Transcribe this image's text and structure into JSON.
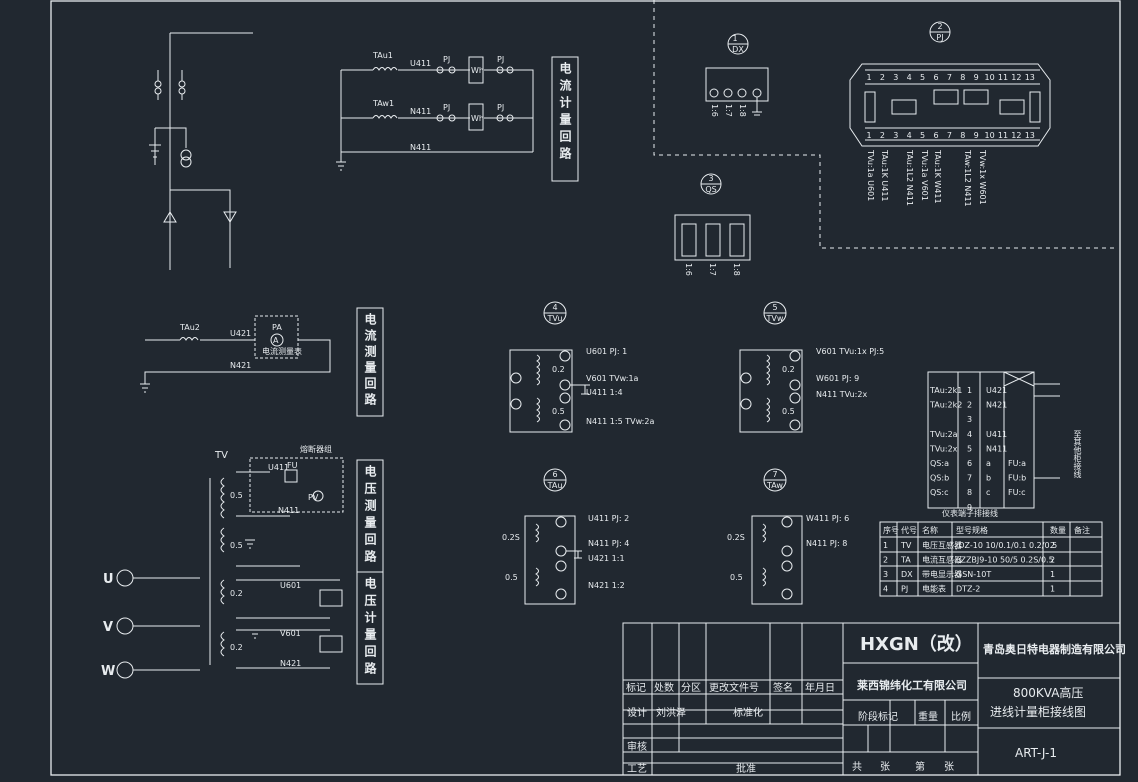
{
  "circuit_labels": {
    "tau1_a": "TAu1",
    "tau1_b": "TAw1",
    "tau2": "TAu2",
    "tv": "TV",
    "pa": "PA",
    "pa_sub": "电流测量表",
    "fu": "FU",
    "fu_box": "熔断器组",
    "pv": "PV",
    "u411": "U411",
    "u421": "U421",
    "n421": "N421",
    "n411": "N411",
    "u601": "U601",
    "v601": "V601",
    "wh": "Wh",
    "pj": "PJ",
    "u": "U",
    "v": "V",
    "w": "W",
    "dx": "DX",
    "pj_label": "PJ"
  },
  "vertical_boxes": {
    "current_meter": "电流计量回路",
    "current_measure": "电流测量回路",
    "voltage_measure": "电压测量回路",
    "voltage_meter": "电压计量回路"
  },
  "bubbles": {
    "b1": "1",
    "b1_sub": "DX",
    "b2": "2",
    "b2_sub": "PJ",
    "b3": "3",
    "b3_sub": "QS",
    "b4": "4",
    "b4_sub": "TVu",
    "b5": "5",
    "b5_sub": "TVw",
    "b6": "6",
    "b6_sub": "TAu",
    "b7": "7",
    "b7_sub": "TAw"
  },
  "terminal_notes": {
    "tv4_r1": "U601 PJ: 1",
    "tv4_r2": "V601 TVw:1a",
    "tv4_r3": "U411 1:4",
    "tv4_r4": "N411 1:5 TVw:2a",
    "tv4_v1": "0.2",
    "tv4_v2": "0.5",
    "tv5_r1": "V601 TVu:1x PJ:5",
    "tv5_r2": "W601 PJ: 9",
    "tv5_r3": "N411 TVu:2x",
    "tv5_v1": "0.2",
    "tv5_v2": "0.5",
    "ta6_r1": "U411 PJ: 2",
    "ta6_r2": "N411 PJ: 4",
    "ta6_r3": "U421 1:1",
    "ta6_r4": "N421 1:2",
    "ta6_v1": "0.2S",
    "ta6_v2": "0.5",
    "ta7_r1": "W411 PJ: 6",
    "ta7_r2": "N411 PJ: 8",
    "ta7_v1": "0.2S",
    "ta7_v2": "0.5"
  },
  "pj_top_numbers": [
    "1",
    "2",
    "3",
    "4",
    "5",
    "6",
    "7",
    "8",
    "9",
    "10",
    "11",
    "12",
    "13"
  ],
  "pj_bottom_labels": [
    "TVu:1a U601",
    "TAu:1K U411",
    "TAu:1L2 N411",
    "TVu:1a V601",
    "TAu:1K W411",
    "TAw:1L2 N411",
    "TVw:1x W601"
  ],
  "dx_bottom_labels": [
    "1:6",
    "1:7",
    "1:8"
  ],
  "qs_bottom_labels": [
    "1:6",
    "1:7",
    "1:8"
  ],
  "terminal_table": {
    "rows": [
      [
        "TAu:2k1",
        "1",
        "U421"
      ],
      [
        "TAu:2k2",
        "2",
        "N421"
      ],
      [
        "",
        "3",
        ""
      ],
      [
        "TVu:2a",
        "4",
        "U411"
      ],
      [
        "TVu:2x",
        "5",
        "N411"
      ],
      [
        "QS:a",
        "6",
        "a",
        "FU:a"
      ],
      [
        "QS:b",
        "7",
        "b",
        "FU:b"
      ],
      [
        "QS:c",
        "8",
        "c",
        "FU:c"
      ],
      [
        "",
        "9",
        "",
        ""
      ]
    ],
    "caption": "仪表端子排接线",
    "side_note": "至其他柜接线"
  },
  "parts_table": {
    "headers": [
      "序号",
      "代号",
      "名称",
      "型号规格",
      "数量",
      "备注"
    ],
    "rows": [
      [
        "1",
        "TV",
        "电压互感器",
        "JDZ-10 10/0.1/0.1 0.2/0.5",
        "2",
        ""
      ],
      [
        "2",
        "TA",
        "电流互感器",
        "LZZBJ9-10 50/5 0.2S/0.5",
        "2",
        ""
      ],
      [
        "3",
        "DX",
        "带电显示器",
        "GSN-10T",
        "1",
        ""
      ],
      [
        "4",
        "PJ",
        "电能表",
        "DTZ-2",
        "1",
        ""
      ]
    ]
  },
  "title_block": {
    "project": "HXGN（改）",
    "company": "青岛奥日特电器制造有限公司",
    "customer": "莱西锦纬化工有限公司",
    "drawing_title_1": "800KVA高压",
    "drawing_title_2": "进线计量柜接线图",
    "drawing_no": "ART-J-1",
    "stage_mark": "阶段标记",
    "weight": "重量",
    "scale": "比例",
    "total": "共",
    "sheets": "张",
    "sheet_no": "第",
    "sheet_unit": "张",
    "rev_headers": [
      "标记",
      "处数",
      "分区",
      "更改文件号",
      "签名",
      "年月日"
    ],
    "design": "设计",
    "designer": "刘洪泽",
    "standard": "标准化",
    "review": "审核",
    "process": "工艺",
    "approve": "批准"
  }
}
